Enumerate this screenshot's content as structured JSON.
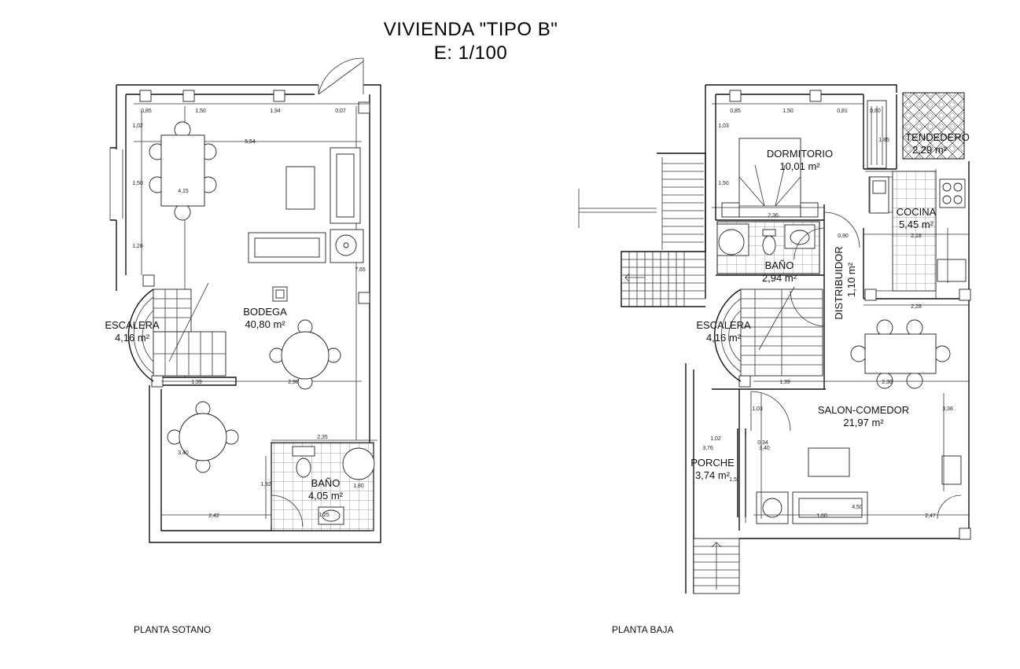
{
  "title": "VIVIENDA \"TIPO B\"",
  "scale": "E: 1/100",
  "plans": {
    "sotano": {
      "label": "PLANTA SOTANO",
      "rooms": {
        "escalera": {
          "name": "ESCALERA",
          "area": "4,16 m²"
        },
        "bodega": {
          "name": "BODEGA",
          "area": "40,80 m²"
        },
        "bano": {
          "name": "BAÑO",
          "area": "4,05 m²"
        }
      },
      "dims": [
        "0,85",
        "1,50",
        "1,94",
        "0,07",
        "5,54",
        "1,02",
        "1,50",
        "1,28",
        "4,15",
        "7,65",
        "1,39",
        "2,98",
        "2,35",
        "2,42",
        "1,92",
        "3,40",
        "1,80",
        "1,25"
      ]
    },
    "baja": {
      "label": "PLANTA BAJA",
      "rooms": {
        "dormitorio": {
          "name": "DORMITORIO",
          "area": "10,01 m²"
        },
        "tendedero": {
          "name": "TENDEDERO",
          "area": "2,29 m²"
        },
        "cocina": {
          "name": "COCINA",
          "area": "5,45 m²"
        },
        "bano": {
          "name": "BAÑO",
          "area": "2,94 m²"
        },
        "distribuidor": {
          "name": "DISTRIBUIDOR",
          "area": "1,10 m²"
        },
        "escalera": {
          "name": "ESCALERA",
          "area": "4,16 m²"
        },
        "salon": {
          "name": "SALON-COMEDOR",
          "area": "21,97 m²"
        },
        "porche": {
          "name": "PORCHE",
          "area": "3,74 m²"
        }
      },
      "dims": [
        "0,85",
        "1,50",
        "0,81",
        "0,60",
        "1,03",
        "1,50",
        "2,36",
        "0,90",
        "2,18",
        "2,28",
        "1,39",
        "2,30",
        "1,03",
        "3,38",
        "1,02",
        "3,76",
        "3,40",
        "1,50",
        "2,47",
        "4,50",
        "1,60",
        "1,85",
        "0,34"
      ]
    }
  }
}
